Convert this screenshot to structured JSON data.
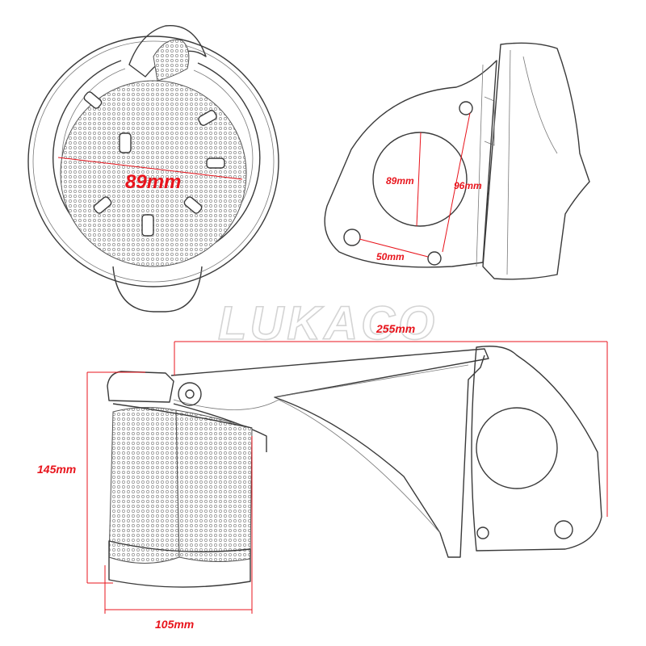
{
  "diagram": {
    "watermark": "LUKACO",
    "dimensions": {
      "cup_diameter": "89mm",
      "hole_diameter": "89mm",
      "plate_height": "96mm",
      "hole_spacing": "50mm",
      "total_length": "255mm",
      "total_height": "145mm",
      "cup_width": "105mm"
    },
    "colors": {
      "dimension_text": "#e8141c",
      "dimension_lines": "#e8141c",
      "outline": "#3a3a3a",
      "watermark": "#d4d4d4"
    }
  }
}
